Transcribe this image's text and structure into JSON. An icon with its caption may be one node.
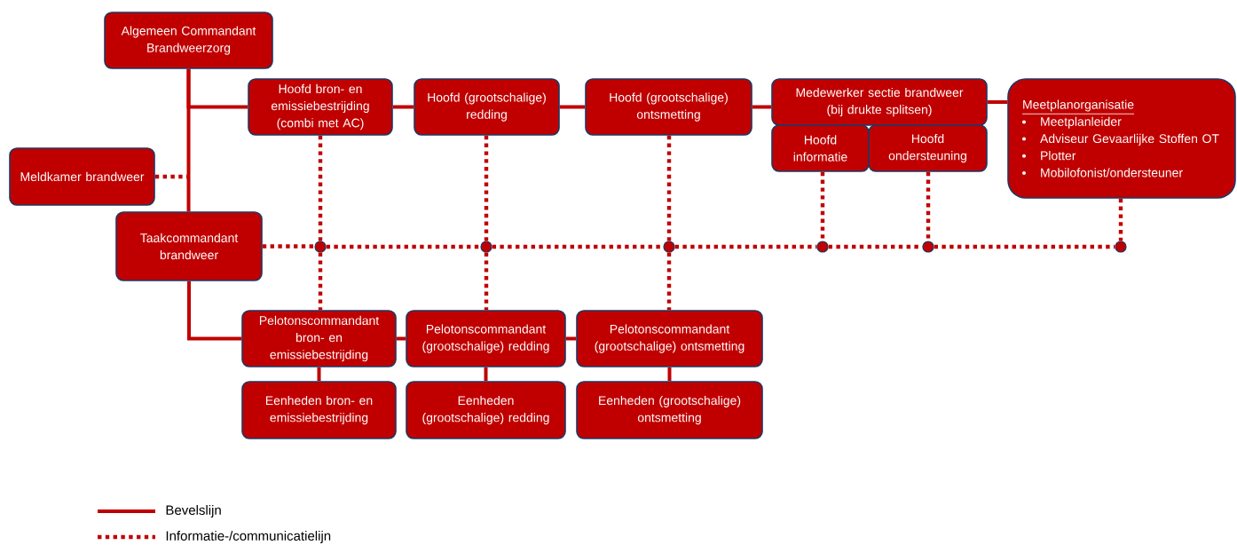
{
  "diagram": {
    "nodes": [
      {
        "text": [
          "Algemeen Commandant Brandweerzorg"
        ]
      },
      {
        "text": [
          "Hoofd bron- en emissiebestrijding (combi met AC)"
        ]
      },
      {
        "text": [
          "Hoofd (grootschalige) redding"
        ]
      },
      {
        "text": [
          "Hoofd (grootschalige) ontsmetting"
        ]
      },
      {
        "text": [
          "Medewerker sectie brandweer (bij drukte splitsen)"
        ]
      },
      {
        "text": [
          "Hoofd informatie"
        ]
      },
      {
        "text": [
          "Hoofd ondersteuning"
        ]
      },
      {
        "text": [
          "Meetplanorganisatie",
          "Meetplanleider",
          "Adviseur Gevaarlijke Stoffen OT",
          "Plotter",
          "Mobilofonist/ondersteuner"
        ]
      },
      {
        "text": [
          "Meldkamer brandweer"
        ]
      },
      {
        "text": [
          "Taakcommandant brandweer"
        ]
      },
      {
        "text": [
          "Pelotonscommandant bron- en emissiebestrijding"
        ]
      },
      {
        "text": [
          "Pelotonscommandant (grootschalige) redding"
        ]
      },
      {
        "text": [
          "Pelotonscommandant (grootschalige) ontsmetting"
        ]
      },
      {
        "text": [
          "Eenheden bron- en emissiebestrijding"
        ]
      },
      {
        "text": [
          "Eenheden (grootschalige) redding"
        ]
      },
      {
        "text": [
          "Eenheden (grootschalige) ontsmetting"
        ]
      },
      {
        "text": [],
        "shape": "circle"
      },
      {
        "text": [],
        "shape": "circle"
      },
      {
        "text": [],
        "shape": "circle"
      },
      {
        "text": [],
        "shape": "circle"
      },
      {
        "text": [],
        "shape": "circle"
      },
      {
        "text": [],
        "shape": "circle"
      }
    ],
    "edges": [
      {
        "from": 0,
        "to": 9,
        "arrow": "none"
      },
      {
        "from": 0,
        "to": 1,
        "arrow": "none"
      },
      {
        "from": 1,
        "to": 2,
        "arrow": "none"
      },
      {
        "from": 2,
        "to": 3,
        "arrow": "none"
      },
      {
        "from": 3,
        "to": 4,
        "arrow": "none"
      },
      {
        "from": 4,
        "to": 7,
        "arrow": "none"
      },
      {
        "from": 9,
        "to": 10,
        "arrow": "none"
      },
      {
        "from": 10,
        "to": 11,
        "arrow": "none"
      },
      {
        "from": 11,
        "to": 12,
        "arrow": "none"
      },
      {
        "from": 10,
        "to": 13,
        "arrow": "none"
      },
      {
        "from": 11,
        "to": 14,
        "arrow": "none"
      },
      {
        "from": 12,
        "to": 15,
        "arrow": "none"
      },
      {
        "from": 8,
        "to": null,
        "arrow": "none",
        "style": "dashed"
      },
      {
        "from": 9,
        "to": 16,
        "arrow": "none",
        "style": "dashed"
      },
      {
        "from": 16,
        "to": 17,
        "arrow": "none",
        "style": "dashed"
      },
      {
        "from": 17,
        "to": 18,
        "arrow": "none",
        "style": "dashed"
      },
      {
        "from": 18,
        "to": 19,
        "arrow": "none",
        "style": "dashed"
      },
      {
        "from": 19,
        "to": 20,
        "arrow": "none",
        "style": "dashed"
      },
      {
        "from": 20,
        "to": 21,
        "arrow": "none",
        "style": "dashed"
      },
      {
        "from": 1,
        "to": 16,
        "arrow": "none",
        "style": "dashed"
      },
      {
        "from": 16,
        "to": 10,
        "arrow": "none",
        "style": "dashed"
      },
      {
        "from": 2,
        "to": 17,
        "arrow": "none",
        "style": "dashed"
      },
      {
        "from": 17,
        "to": 11,
        "arrow": "none",
        "style": "dashed"
      },
      {
        "from": 3,
        "to": 18,
        "arrow": "none",
        "style": "dashed"
      },
      {
        "from": 18,
        "to": 12,
        "arrow": "none",
        "style": "dashed"
      },
      {
        "from": 5,
        "to": 19,
        "arrow": "none",
        "style": "dashed"
      },
      {
        "from": 6,
        "to": 20,
        "arrow": "none",
        "style": "dashed"
      },
      {
        "from": 7,
        "to": 21,
        "arrow": "none",
        "style": "dashed"
      }
    ],
    "legend": [
      {
        "text": "Bevelslijn"
      },
      {
        "text": "Informatie-/communicatielijn"
      }
    ]
  }
}
